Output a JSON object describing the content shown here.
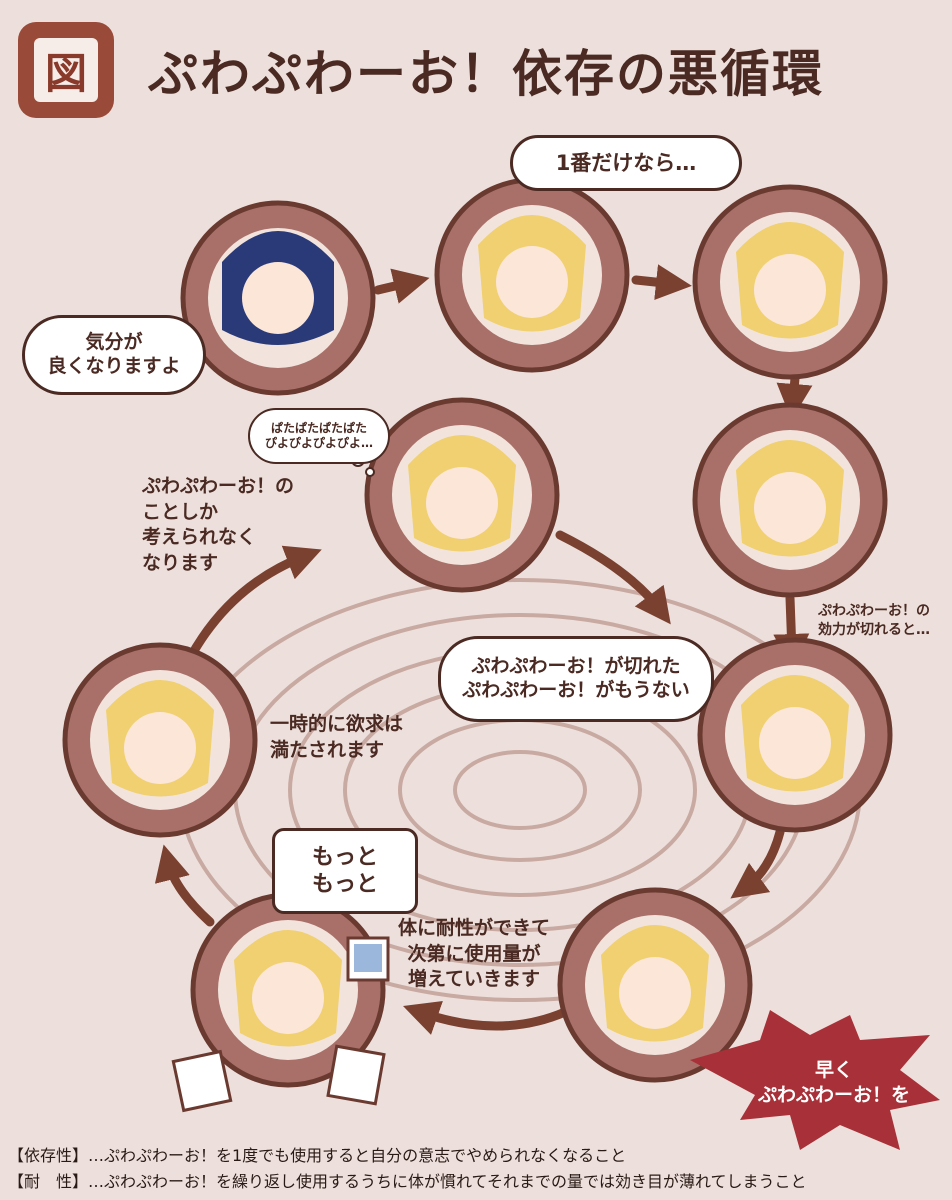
{
  "header": {
    "badge": "図",
    "title": "ぷわぷわーお！依存の悪循環"
  },
  "bubbles": {
    "feel_good": "気分が\n良くなりますよ",
    "only_one": "1番だけなら…",
    "thought": "ぱたぱたぱたぱた\nぴよぴよぴよぴよ…",
    "ran_out": "ぷわぷわーお！が切れた\nぷわぷわーお！がもうない",
    "more": "もっと\nもっと"
  },
  "captions": {
    "cant_think": "ぷわぷわーお！の\nことしか\n考えられなく\nなります",
    "wears_off": "ぷわぷわーお！の\n効力が切れると…",
    "satisfied": "一時的に欲求は\n満たされます",
    "tolerance": "体に耐性ができて\n次第に使用量が\n増えていきます"
  },
  "star": {
    "text": "早く\nぷわぷわーお！を"
  },
  "footnotes": {
    "dependence": "【依存性】…ぷわぷわーお！を1度でも使用すると自分の意志でやめられなくなること",
    "tolerance": "【耐　性】…ぷわぷわーお！を繰り返し使用するうちに体が慣れてそれまでの量では効き目が薄れてしまうこと"
  },
  "colors": {
    "background": "#ede0dc",
    "circle_fill": "#a87068",
    "circle_ring": "#6a3a30",
    "arrow": "#7a4030",
    "star": "#a83038"
  }
}
